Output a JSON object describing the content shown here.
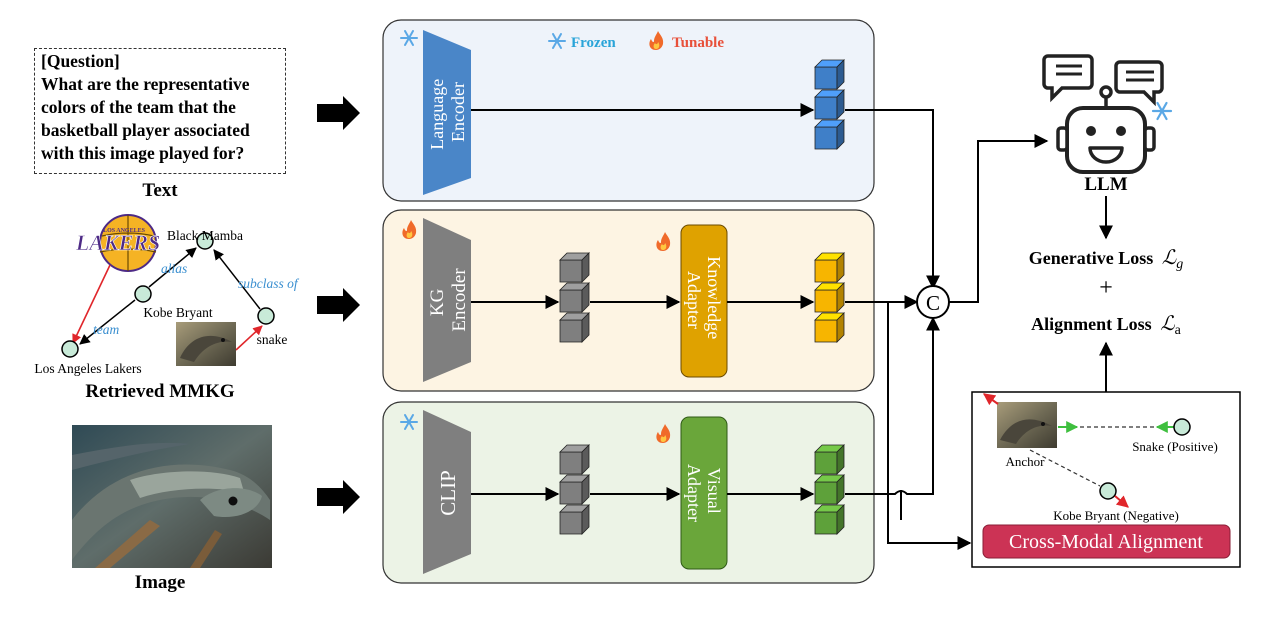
{
  "legend": {
    "frozen": "Frozen",
    "tunable": "Tunable"
  },
  "inputs": {
    "question_header": "[Question]",
    "question_text": "What are the representative colors of the team that the basketball player associated with this image played for?",
    "text_caption": "Text",
    "mmkg_caption": "Retrieved MMKG",
    "image_caption": "Image"
  },
  "mmkg": {
    "nodes": {
      "black_mamba": "Black Mamba",
      "kobe": "Kobe Bryant",
      "lakers": "Los Angeles Lakers",
      "snake": "snake"
    },
    "edges": {
      "alias": "alias",
      "subclass": "subclass of",
      "team": "team"
    },
    "logo_text": "LAKERS",
    "logo_small": "LOS ANGELES"
  },
  "encoders": {
    "language": [
      "Language",
      "Encoder"
    ],
    "kg": [
      "KG",
      "Encoder"
    ],
    "clip": "CLIP"
  },
  "adapters": {
    "knowledge": [
      "Knowledge",
      "Adapter"
    ],
    "visual": [
      "Visual",
      "Adapter"
    ]
  },
  "concat_symbol": "C",
  "llm": {
    "label": "LLM"
  },
  "losses": {
    "generative": "Generative Loss",
    "generative_sym": "ℒ",
    "generative_sub": "g",
    "plus": "+",
    "alignment": "Alignment Loss",
    "alignment_sym": "ℒ",
    "alignment_sub": "a"
  },
  "alignment_panel": {
    "anchor": "Anchor",
    "positive": "Snake (Positive)",
    "negative": "Kobe Bryant (Negative)",
    "title": "Cross-Modal Alignment"
  },
  "colors": {
    "lang_panel": "#eef3fa",
    "kg_panel": "#fdf4e3",
    "vis_panel": "#ecf3e6",
    "lang_encoder": "#4a86c8",
    "gray_encoder": "#7f7f7f",
    "knowledge_adapter": "#dfa200",
    "visual_adapter": "#6aa63a",
    "cube_blue": "#3f7fc8",
    "cube_gray": "#7f7f7f",
    "cube_yellow": "#f7b500",
    "cube_green": "#5ea13a",
    "alignment_title_bg": "#cc3355",
    "snowflake": "#5aa8e6",
    "flame": "#f06a2a"
  }
}
